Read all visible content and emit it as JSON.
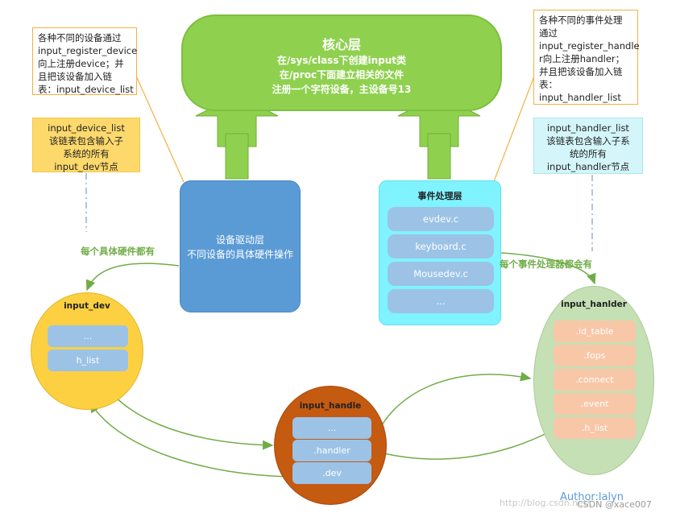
{
  "core": {
    "title": "核心层",
    "lines": [
      "在/sys/class下创建input类",
      "在/proc下面建立相关的文件",
      "注册一个字符设备，主设备号13"
    ]
  },
  "note_left_top": [
    "各种不同的设备通过",
    "input_register_device",
    "向上注册device；并",
    "且把该设备加入链",
    "表：input_device_list"
  ],
  "note_left_yellow": [
    "input_device_list",
    "该链表包含输入子",
    "系统的所有",
    "input_dev节点"
  ],
  "note_right_top": [
    "各种不同的事件处理",
    "通过",
    "input_register_handle",
    "r向上注册handler；",
    "并且把该设备加入链",
    "表：",
    "input_handler_list"
  ],
  "note_right_cyan": [
    "input_handler_list",
    "该链表包含输入子系",
    "统的所有",
    "input_handler节点"
  ],
  "driver_layer": [
    "设备驱动层",
    "不同设备的具体硬件操作"
  ],
  "event_layer": {
    "title": "事件处理层",
    "items": [
      "evdev.c",
      "keyboard.c",
      "Mousedev.c",
      "..."
    ]
  },
  "labels": {
    "every_hardware": "每个具体硬件都有",
    "every_handler": "每个事件处理器都会有"
  },
  "input_dev": {
    "title": "input_dev",
    "items": [
      "...",
      "h_list"
    ]
  },
  "input_handle": {
    "title": "input_handle",
    "items": [
      "...",
      ".handler",
      ".dev"
    ]
  },
  "input_hanlder": {
    "title": "input_hanlder",
    "items": [
      ".id_table",
      ".fops",
      ".connect",
      ".event",
      ".h_list"
    ]
  },
  "author": "Author:lalyn",
  "watermark": {
    "url": "http://blog.csdn.net/...",
    "csdn": "CSDN @xace007"
  },
  "colors": {
    "core": "#8fd14f",
    "driver": "#5b9bd5",
    "event_layer": "#7ff3ff",
    "input_dev": "#fdd042",
    "input_handle": "#c55a11",
    "input_hanlder": "#c5e0b4",
    "arrow_green": "#70ad47"
  }
}
